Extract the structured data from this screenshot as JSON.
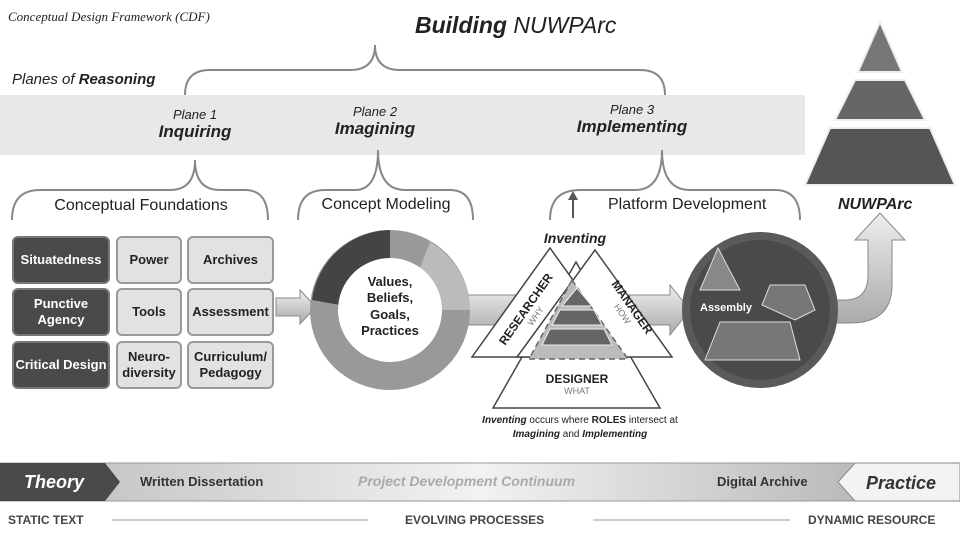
{
  "header": {
    "subtitle": "Conceptual Design Framework (CDF)",
    "title_bold": "Building",
    "title_rest": "NUWPArc"
  },
  "planes": {
    "label_prefix": "Planes of",
    "label_bold": "Reasoning",
    "items": [
      {
        "num": "Plane 1",
        "name": "Inquiring"
      },
      {
        "num": "Plane 2",
        "name": "Imagining"
      },
      {
        "num": "Plane 3",
        "name": "Implementing"
      }
    ]
  },
  "sections": {
    "foundations": "Conceptual Foundations",
    "modeling": "Concept Modeling",
    "platform": "Platform Development",
    "nuwparc": "NUWPArc"
  },
  "foundations_grid": [
    [
      "Situatedness",
      "Power",
      "Archives"
    ],
    [
      "Punctive Agency",
      "Tools",
      "Assessment"
    ],
    [
      "Critical Design",
      "Neuro-diversity",
      "Curriculum/ Pedagogy"
    ]
  ],
  "concept_circle": "Values, Beliefs, Goals, Practices",
  "inventing": {
    "title": "Inventing",
    "roles": [
      {
        "name": "RESEARCHER",
        "sub": "WHY"
      },
      {
        "name": "MANAGER",
        "sub": "HOW"
      },
      {
        "name": "DESIGNER",
        "sub": "WHAT"
      }
    ],
    "caption_1a": "Inventing",
    "caption_1b": " occurs where ",
    "caption_1c": "ROLES",
    "caption_1d": " intersect at",
    "caption_2a": "Imagining",
    "caption_2b": " and ",
    "caption_2c": "Implementing"
  },
  "assembly": "Assembly",
  "continuum": {
    "left": "Theory",
    "written": "Written Dissertation",
    "center": "Project Development Continuum",
    "digital": "Digital Archive",
    "right": "Practice"
  },
  "bottom": {
    "left": "STATIC TEXT",
    "center": "EVOLVING PROCESSES",
    "right": "DYNAMIC RESOURCE"
  }
}
